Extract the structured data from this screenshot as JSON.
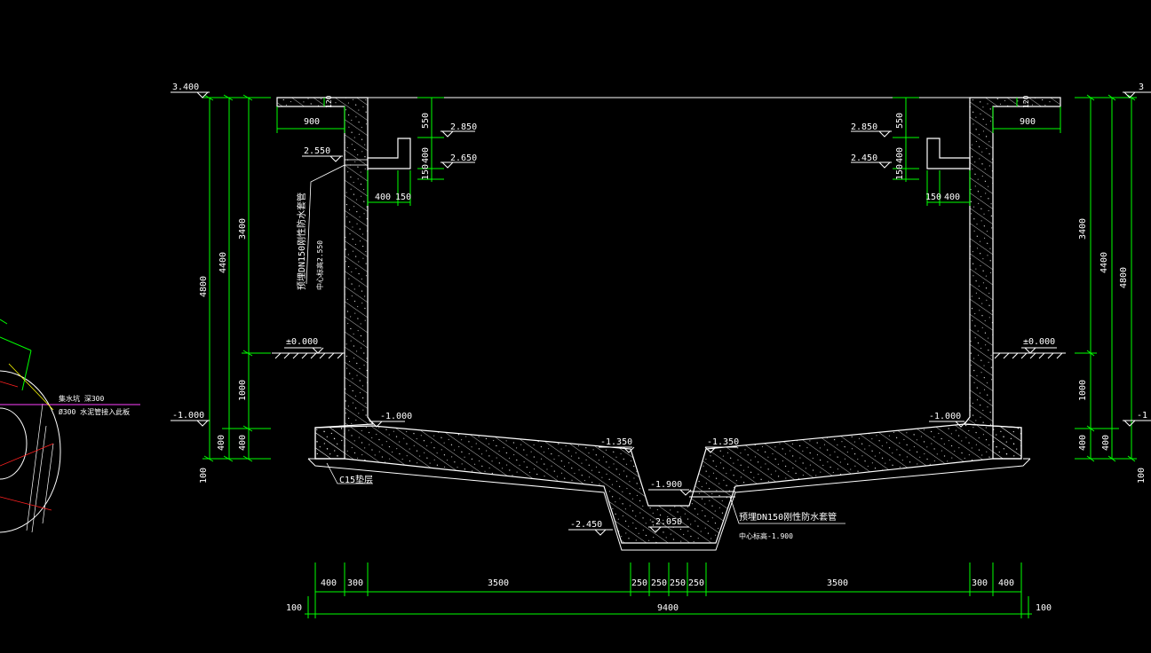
{
  "drawing": {
    "colors": {
      "background": "#000000",
      "outline": "#ffffff",
      "dimension": "#00ff00",
      "hatch": "#ffffff",
      "aux_red": "#ff2020",
      "aux_yellow": "#ffff00",
      "aux_magenta": "#ff40ff"
    },
    "elevations": {
      "top_left": "3.400",
      "top_right": "3",
      "pipe_left": "2.550",
      "ledge_top_left": "2.850",
      "ledge_bot_left": "2.650",
      "ledge_top_right": "2.850",
      "ledge_bot_right": "2.450",
      "ground_left": "±0.000",
      "ground_right": "±0.000",
      "base_left_outer": "-1.000",
      "base_right_outer": "-1",
      "floor_left": "-1.000",
      "floor_right": "-1.000",
      "slope_left": "-1.350",
      "slope_right": "-1.350",
      "sump_pipe": "-1.900",
      "sump_floor": "-2.050",
      "sump_outer": "-2.450"
    },
    "vertical_dims_left": {
      "total": "4800",
      "wall": "4400",
      "upper": "3400",
      "lower": "1000",
      "base_a": "400",
      "base_b": "400",
      "pad": "100",
      "slab": "120"
    },
    "vertical_dims_right": {
      "total": "4800",
      "wall": "4400",
      "upper": "3400",
      "lower": "1000",
      "base_a": "400",
      "base_b": "400",
      "pad": "100",
      "slab": "120"
    },
    "ledge_dims": {
      "left_overhang": "900",
      "right_overhang": "900",
      "left_h1": "550",
      "left_h2": "400",
      "left_h3": "150",
      "right_h1": "550",
      "right_h2": "400",
      "right_h3": "150",
      "left_w1": "400",
      "left_w2": "150",
      "right_w1": "150",
      "right_w2": "400"
    },
    "horizontal_dims": [
      "400",
      "300",
      "3500",
      "250",
      "250",
      "250",
      "250",
      "3500",
      "300",
      "400"
    ],
    "overall": {
      "total": "9400",
      "ext_left": "100",
      "ext_right": "100"
    },
    "notes": {
      "pipe_left_1": "预埋DN150刚性防水套管",
      "pipe_left_2": "中心标高2.550",
      "pipe_right_1": "预埋DN150刚性防水套管",
      "pipe_right_2": "中心标高-1.900",
      "cushion": "C15垫层",
      "side_1": "集水坑 深300",
      "side_2": "Ø300 水泥管接入此板"
    }
  }
}
